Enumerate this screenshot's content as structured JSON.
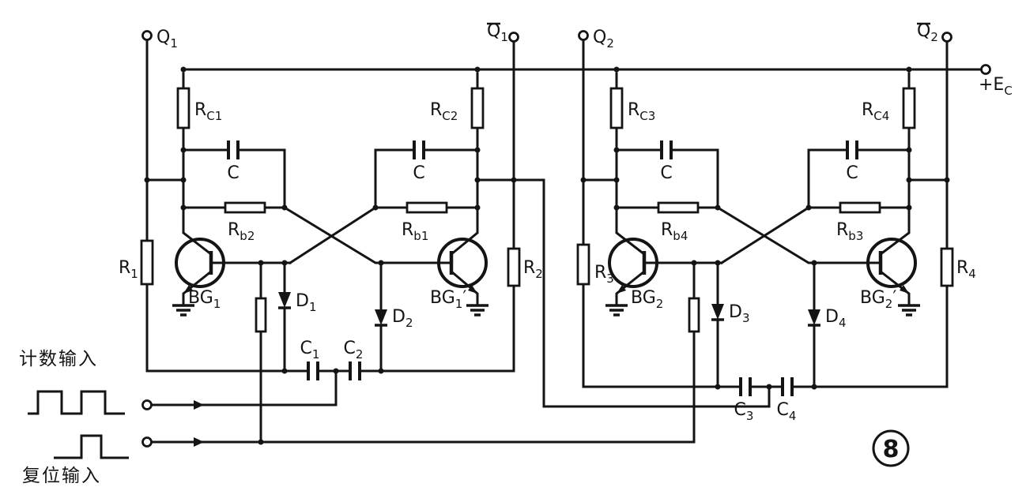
{
  "diagram_type": "circuit-schematic",
  "colors": {
    "ink": "#141414",
    "paper": "#ffffff"
  },
  "labels": {
    "q1": {
      "m": "Q",
      "s": "1"
    },
    "q1_bar": {
      "m": "Q",
      "s": "1",
      "overline": true
    },
    "q2": {
      "m": "Q",
      "s": "2"
    },
    "q2_bar": {
      "m": "Q",
      "s": "2",
      "overline": true
    },
    "ec": {
      "m": "+E",
      "s": "C"
    },
    "rc1": {
      "m": "R",
      "s": "C1"
    },
    "rc2": {
      "m": "R",
      "s": "C2"
    },
    "rc3": {
      "m": "R",
      "s": "C3"
    },
    "rc4": {
      "m": "R",
      "s": "C4"
    },
    "c": {
      "m": "C"
    },
    "rb1": {
      "m": "R",
      "s": "b1"
    },
    "rb2": {
      "m": "R",
      "s": "b2"
    },
    "rb3": {
      "m": "R",
      "s": "b3"
    },
    "rb4": {
      "m": "R",
      "s": "b4"
    },
    "r1": {
      "m": "R",
      "s": "1"
    },
    "r2": {
      "m": "R",
      "s": "2"
    },
    "r3": {
      "m": "R",
      "s": "3"
    },
    "r4": {
      "m": "R",
      "s": "4"
    },
    "d1": {
      "m": "D",
      "s": "1"
    },
    "d2": {
      "m": "D",
      "s": "2"
    },
    "d3": {
      "m": "D",
      "s": "3"
    },
    "d4": {
      "m": "D",
      "s": "4"
    },
    "c1": {
      "m": "C",
      "s": "1"
    },
    "c2": {
      "m": "C",
      "s": "2"
    },
    "c3": {
      "m": "C",
      "s": "3"
    },
    "c4": {
      "m": "C",
      "s": "4"
    },
    "bg1": {
      "m": "BG",
      "s": "1"
    },
    "bg1_prime": {
      "m": "BG",
      "s": "1",
      "p": "′"
    },
    "bg2": {
      "m": "BG",
      "s": "2"
    },
    "bg2_prime": {
      "m": "BG",
      "s": "2",
      "p": "′"
    },
    "count_input": "计数输入",
    "reset_input": "复位输入",
    "figure_number": "8"
  }
}
